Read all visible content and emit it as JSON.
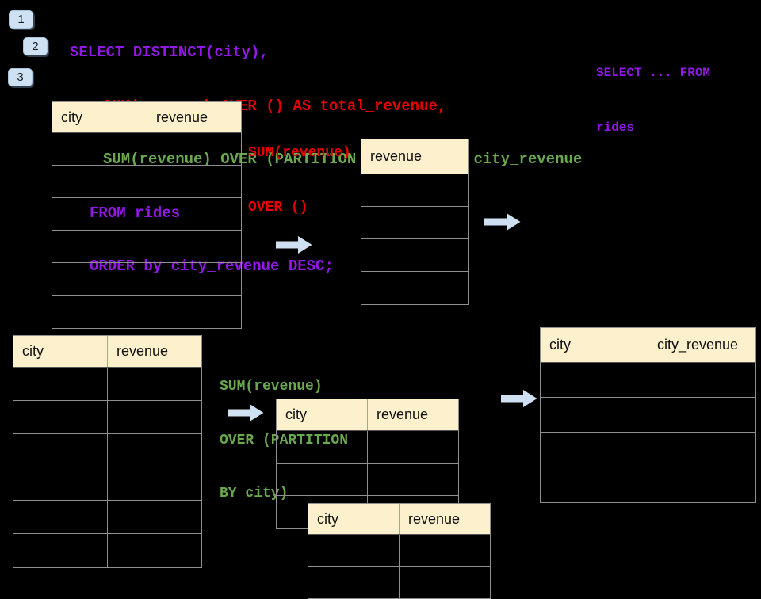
{
  "slide": {
    "background": "#000000",
    "steps": [
      "1",
      "2",
      "3"
    ],
    "sql": {
      "line1": "SELECT DISTINCT(city),",
      "line2": "SUM(revenue) OVER () AS total_revenue,",
      "line3": "SUM(revenue) OVER (PARTITION BY city) as city_revenue",
      "line4": "FROM rides",
      "line5": "ORDER by city_revenue DESC;"
    },
    "from_note": {
      "line1": "SELECT ... FROM",
      "line2": "rides"
    },
    "labels": {
      "total": {
        "line1": "SUM(revenue)",
        "line2": "OVER ()"
      },
      "partition": {
        "line1": "SUM(revenue)",
        "line2": "OVER (PARTITION",
        "line3": "BY city)"
      }
    },
    "tables": {
      "source_top": {
        "columns": [
          "city",
          "revenue"
        ],
        "rows": 6
      },
      "total_result": {
        "columns": [
          "revenue"
        ],
        "rows": 4
      },
      "source_bottom": {
        "columns": [
          "city",
          "revenue"
        ],
        "rows": 6
      },
      "partition_back": {
        "columns": [
          "city",
          "revenue"
        ],
        "rows": 3
      },
      "partition_front": {
        "columns": [
          "city",
          "revenue"
        ],
        "rows": 2
      },
      "city_result": {
        "columns": [
          "city",
          "city_revenue"
        ],
        "rows": 4
      }
    },
    "colors": {
      "sql_purple": "#9318e8",
      "sql_red": "#e60000",
      "sql_green": "#6aa84f",
      "table_header_fill": "#fcf1cc",
      "arrow_fill": "#cfe0f3",
      "badge_fill": "#cfe2f3"
    }
  }
}
